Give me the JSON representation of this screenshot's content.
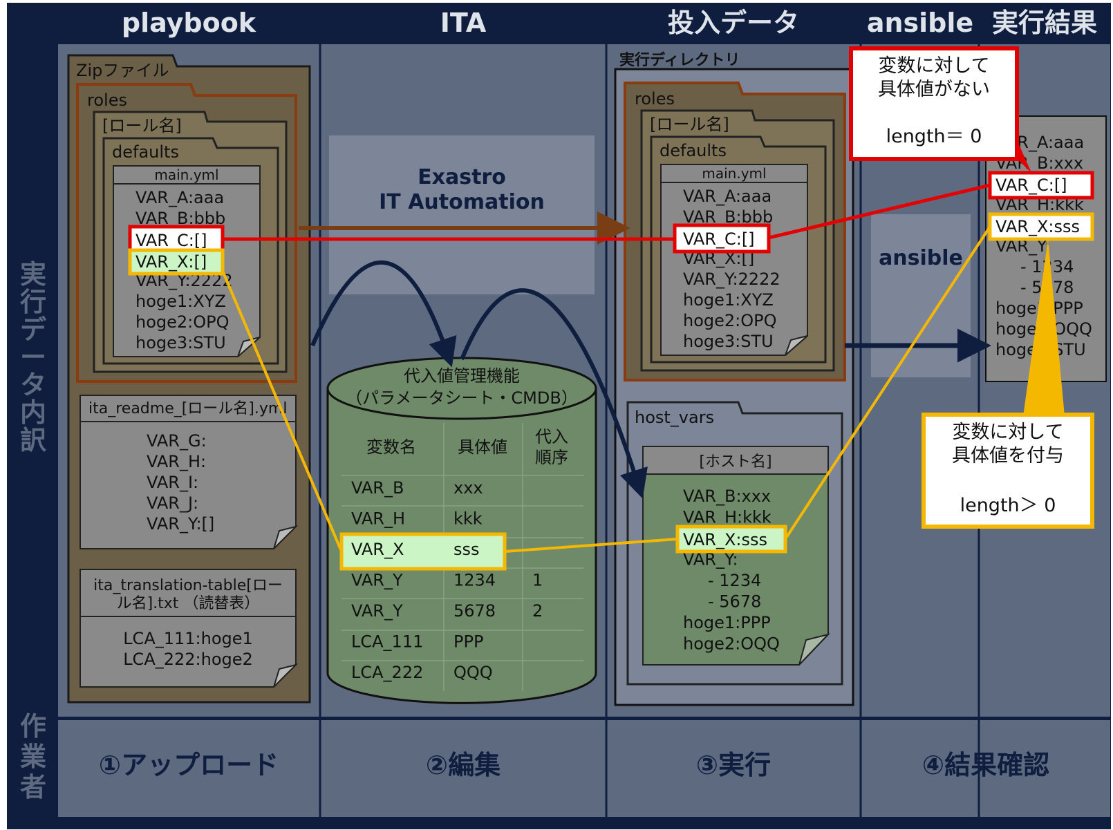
{
  "columns": [
    "playbook",
    "ITA",
    "投入データ",
    "ansible",
    "実行結果"
  ],
  "side_labels": {
    "data_breakdown": "実行データ内訳",
    "worker": "作業者"
  },
  "steps": [
    "①アップロード",
    "②編集",
    "③実行",
    "④結果確認"
  ],
  "playbook": {
    "zip_label": "Zipファイル",
    "roles_label": "roles",
    "role_name_label": "[ロール名]",
    "defaults_label": "defaults",
    "main_file": "main.yml",
    "main_lines": [
      "VAR_A:aaa",
      "VAR_B:bbb",
      "VAR_C:[]",
      "VAR_X:[]",
      "VAR_Y:2222",
      "hoge1:XYZ",
      "hoge2:OPQ",
      "hoge3:STU"
    ],
    "readme_file": "ita_readme_[ロール名].yml",
    "readme_lines": [
      "VAR_G:",
      "VAR_H:",
      "VAR_I:",
      "VAR_J:",
      "VAR_Y:[]"
    ],
    "translation_title": [
      "ita_translation-table[ロー",
      "ル名].txt （読替表）"
    ],
    "translation_lines": [
      "LCA_111:hoge1",
      "LCA_222:hoge2"
    ]
  },
  "ita": {
    "product": [
      "Exastro",
      "IT Automation"
    ],
    "db_title": [
      "代入値管理機能",
      "（パラメータシート・CMDB）"
    ],
    "table_headers": [
      "変数名",
      "具体値",
      "代入",
      "順序"
    ],
    "rows": [
      [
        "VAR_B",
        "xxx",
        ""
      ],
      [
        "VAR_H",
        "kkk",
        ""
      ],
      [
        "VAR_X",
        "sss",
        ""
      ],
      [
        "VAR_Y",
        "1234",
        "1"
      ],
      [
        "VAR_Y",
        "5678",
        "2"
      ],
      [
        "LCA_111",
        "PPP",
        ""
      ],
      [
        "LCA_222",
        "QQQ",
        ""
      ]
    ]
  },
  "input_data": {
    "exec_dir": "実行ディレクトリ",
    "roles_label": "roles",
    "role_name_label": "[ロール名]",
    "defaults_label": "defaults",
    "main_file": "main.yml",
    "main_lines": [
      "VAR_A:aaa",
      "VAR_B:bbb",
      "VAR_C:[]",
      "VAR_X:[]",
      "VAR_Y:2222",
      "hoge1:XYZ",
      "hoge2:OPQ",
      "hoge3:STU"
    ],
    "host_vars_label": "host_vars",
    "host_file": "[ホスト名]",
    "host_lines": [
      "VAR_B:xxx",
      "VAR_H:kkk",
      "VAR_X:sss",
      "VAR_Y:",
      "- 1234",
      "- 5678",
      "hoge1:PPP",
      "hoge2:OQQ"
    ]
  },
  "ansible_label": "ansible",
  "result": {
    "lines": [
      "VAR_A:aaa",
      "VAR_B:xxx",
      "VAR_C:[]",
      "VAR_H:kkk",
      "VAR_X:sss",
      "VAR_Y:",
      "- 1234",
      "- 5678",
      "hoge1:PPP",
      "hoge2:OQQ",
      "hoge3:STU"
    ]
  },
  "callout_empty": {
    "lines": [
      "変数に対して",
      "具体値がない"
    ],
    "rule": "length＝ 0"
  },
  "callout_value": {
    "lines": [
      "変数に対して",
      "具体値を付与"
    ],
    "rule": "length＞ 0"
  },
  "colors": {
    "navy": "#0f1d3f",
    "panel": "#5d6a80",
    "red": "#e30000",
    "gold": "#f5b800",
    "green": "#6f8a68",
    "folder": "#6b5f48",
    "brown": "#7a3e14"
  }
}
